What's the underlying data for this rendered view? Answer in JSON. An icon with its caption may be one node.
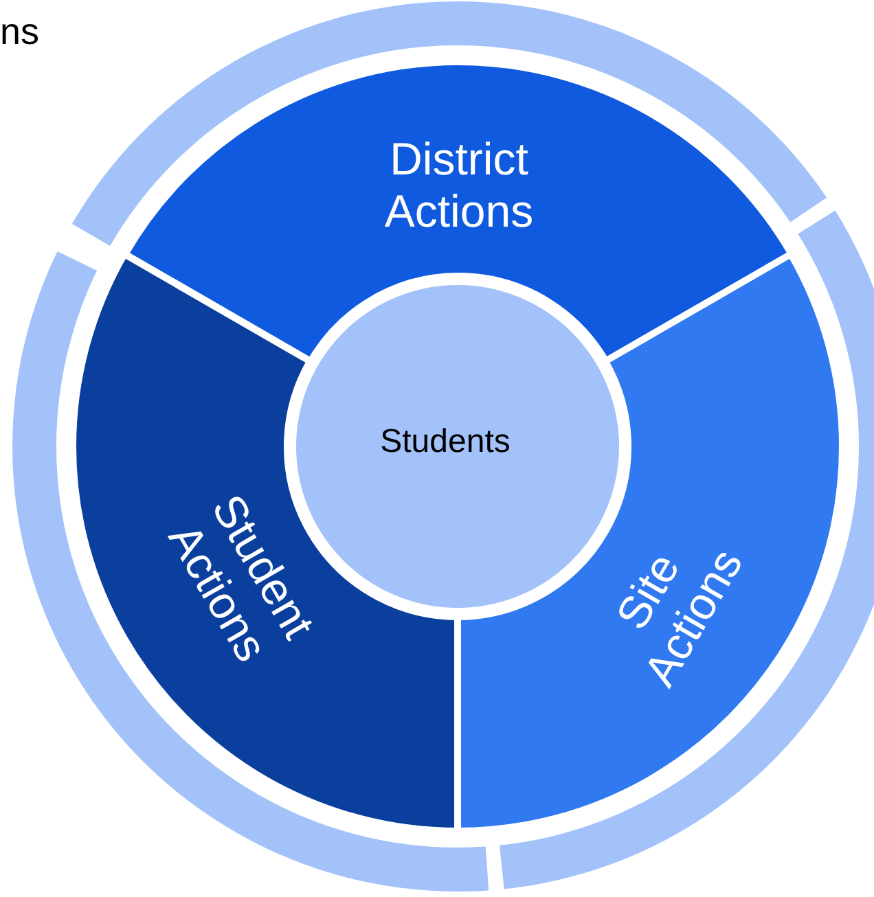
{
  "diagram": {
    "nodes": [
      {
        "text": [
          "District Actions"
        ]
      },
      {
        "text": [
          "Site Actions"
        ]
      },
      {
        "text": [
          "Student Actions"
        ]
      },
      {
        "text": [
          "Students"
        ]
      }
    ],
    "labels": [
      "ns"
    ]
  }
}
